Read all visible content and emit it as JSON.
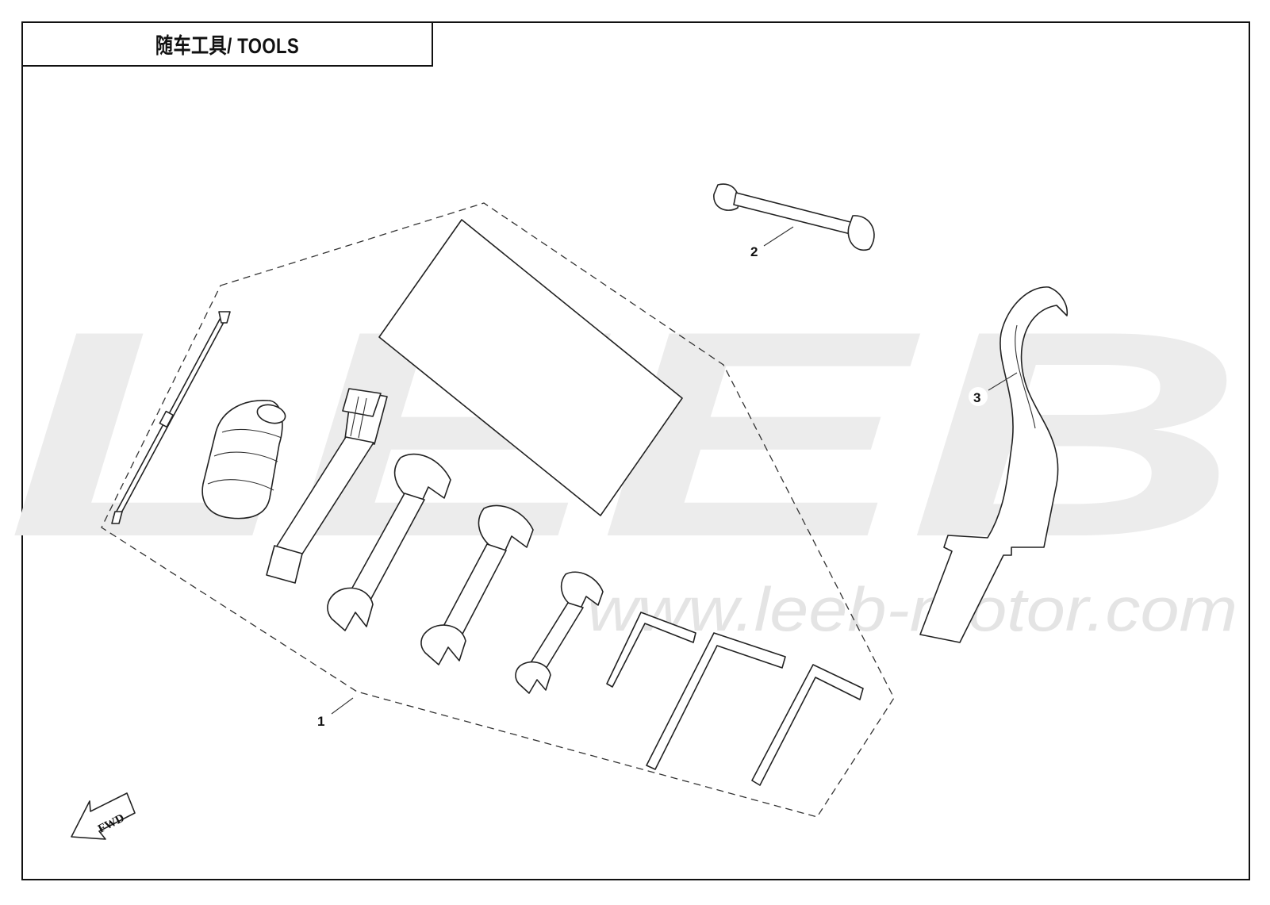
{
  "title": "随车工具/ TOOLS",
  "watermark": {
    "brand": "LEEB",
    "url": "www.leeb-motor.com"
  },
  "callouts": [
    {
      "label": "1",
      "part": "tool kit set"
    },
    {
      "label": "2",
      "part": "spark plug bar"
    },
    {
      "label": "3",
      "part": "hook spanner"
    }
  ],
  "direction_arrow": "FWD",
  "colors": {
    "line": "#222222",
    "watermark": "#ececec",
    "background": "#ffffff"
  }
}
